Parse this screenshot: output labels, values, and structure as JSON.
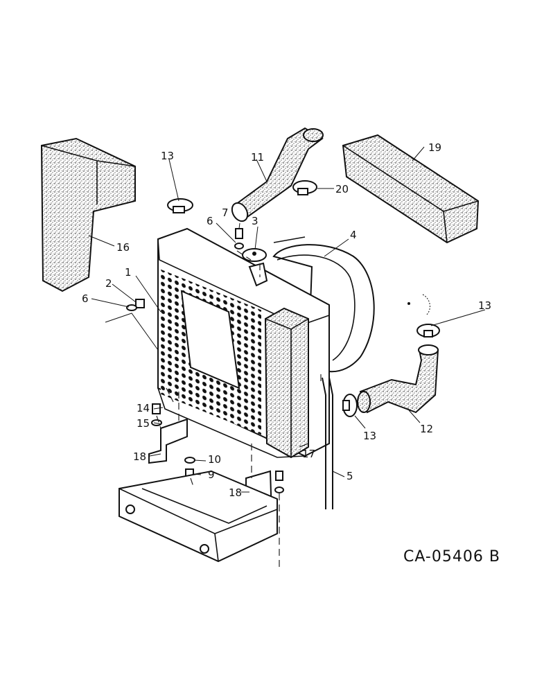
{
  "drawing_id": "CA-05406 B",
  "callouts": {
    "c1": "1",
    "c2": "2",
    "c3": "3",
    "c4": "4",
    "c5": "5",
    "c6a": "6",
    "c6b": "6",
    "c7": "7",
    "c9": "9",
    "c10": "10",
    "c11": "11",
    "c12": "12",
    "c13a": "13",
    "c13b": "13",
    "c13c": "13",
    "c14": "14",
    "c15": "15",
    "c16": "16",
    "c17": "17",
    "c18a": "18",
    "c18b": "18",
    "c19": "19",
    "c20": "20"
  },
  "colors": {
    "ink": "#111111",
    "stipple": "#9a9a9a",
    "paper": "#ffffff"
  }
}
